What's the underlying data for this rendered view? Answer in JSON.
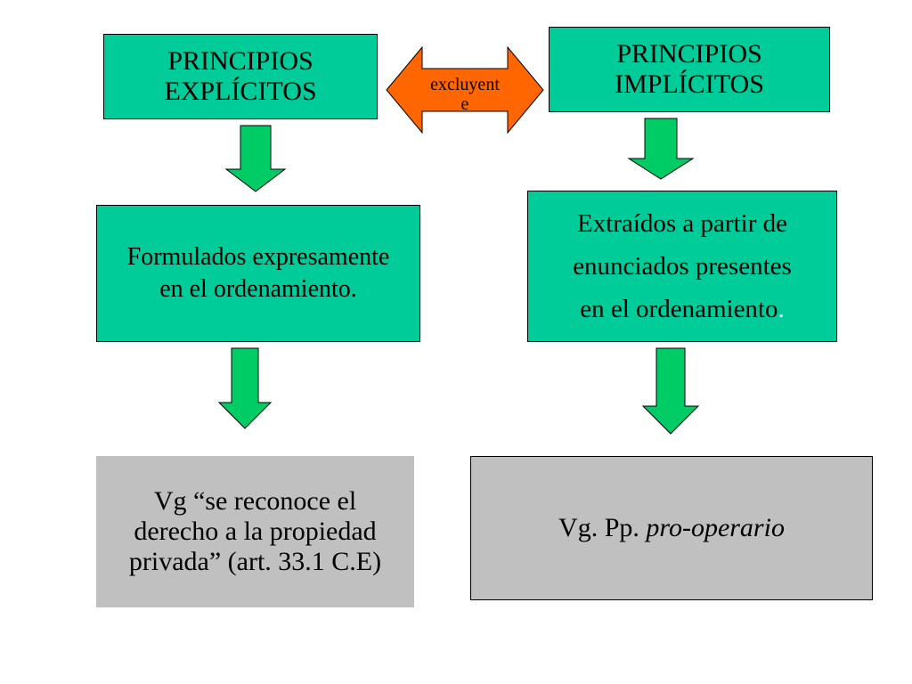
{
  "left": {
    "title_lines": [
      "PRINCIPIOS",
      "EXPLÍCITOS"
    ],
    "desc_lines": [
      "Formulados expresamente",
      "en el ordenamiento."
    ],
    "example_lines": [
      "Vg “se reconoce el",
      "derecho a la propiedad",
      "privada” (art. 33.1 C.E)"
    ]
  },
  "right": {
    "title_lines": [
      "PRINCIPIOS",
      "IMPLÍCITOS"
    ],
    "desc_lines": [
      "Extraídos a partir de",
      "enunciados presentes",
      "en el ordenamiento"
    ],
    "desc_trailing": ".",
    "example_prefix": "Vg. Pp. ",
    "example_italic": "pro-operario"
  },
  "connector": {
    "label_lines": [
      "excluyent",
      "e"
    ]
  },
  "colors": {
    "box_green": "#00cc99",
    "box_gray": "#c0c0c0",
    "arrow_green": "#00cc66",
    "connector_orange": "#ff6600"
  }
}
